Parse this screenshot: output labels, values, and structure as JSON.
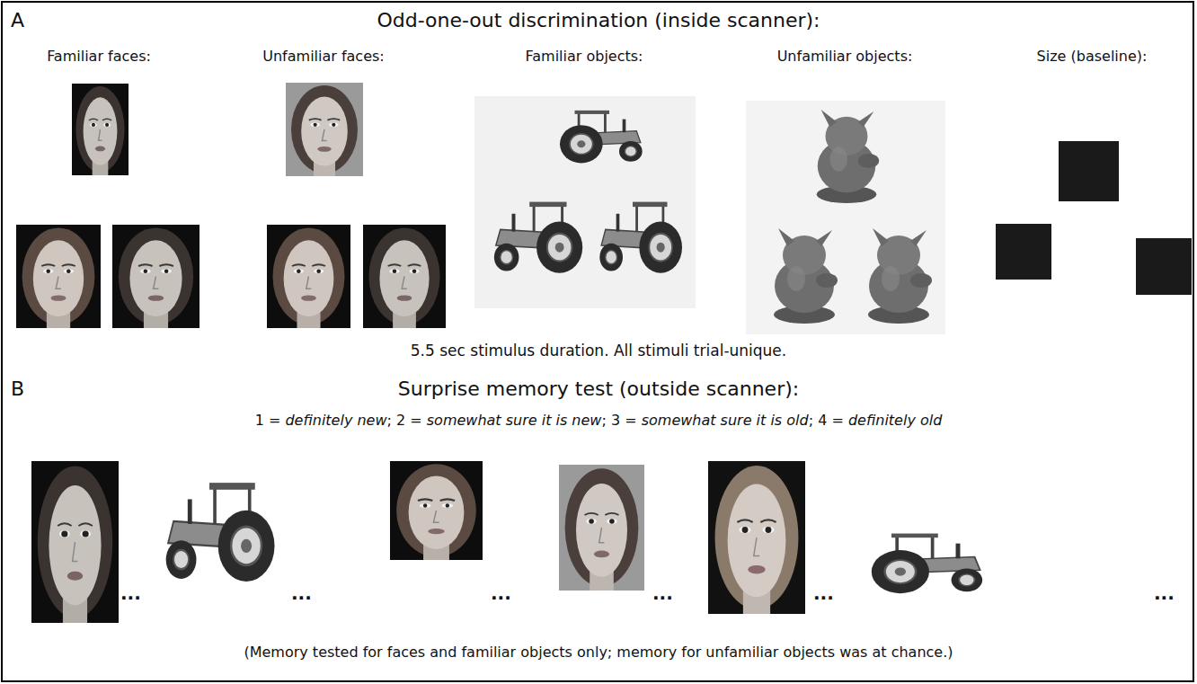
{
  "diagram": {
    "labels": [
      "A",
      "Odd-one-out discrimination (inside scanner):",
      "Familiar faces:",
      "Unfamiliar faces:",
      "Familiar objects:",
      "Unfamiliar objects:",
      "Size (baseline):",
      "5.5 sec stimulus duration.  All stimuli trial-unique.",
      "B",
      "Surprise memory test (outside scanner):",
      "1 = definitely new; 2 = somewhat sure it is new; 3 = somewhat sure it is old; 4 = definitely old",
      "...",
      "...",
      "...",
      "...",
      "...",
      "...",
      "(Memory tested for faces and familiar objects only; memory for unfamiliar objects was at chance.)"
    ]
  }
}
